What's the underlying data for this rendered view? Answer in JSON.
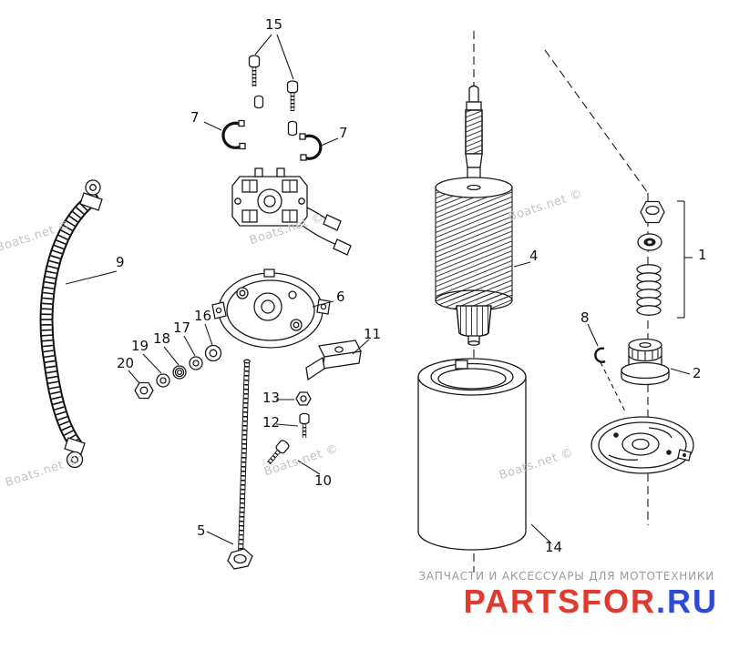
{
  "callouts": [
    {
      "label": "15"
    },
    {
      "label": "7"
    },
    {
      "label": "7"
    },
    {
      "label": "9"
    },
    {
      "label": "6"
    },
    {
      "label": "16"
    },
    {
      "label": "17"
    },
    {
      "label": "18"
    },
    {
      "label": "19"
    },
    {
      "label": "20"
    },
    {
      "label": "11"
    },
    {
      "label": "13"
    },
    {
      "label": "12"
    },
    {
      "label": "10"
    },
    {
      "label": "5"
    },
    {
      "label": "4"
    },
    {
      "label": "14"
    },
    {
      "label": "1"
    },
    {
      "label": "8"
    },
    {
      "label": "2"
    }
  ],
  "watermark": {
    "text": "Boats.net ©"
  },
  "footer": {
    "tagline": "ЗАПЧАСТИ И АКСЕССУАРЫ ДЛЯ МОТОТЕХНИКИ",
    "logo_letters": [
      {
        "ch": "P",
        "color": "#e03a2f"
      },
      {
        "ch": "A",
        "color": "#e03a2f"
      },
      {
        "ch": "R",
        "color": "#e03a2f"
      },
      {
        "ch": "T",
        "color": "#e03a2f"
      },
      {
        "ch": "S",
        "color": "#e03a2f"
      },
      {
        "ch": "F",
        "color": "#e03a2f"
      },
      {
        "ch": "O",
        "color": "#e03a2f"
      },
      {
        "ch": "R",
        "color": "#e03a2f"
      },
      {
        "ch": ".",
        "color": "#2b4bd7"
      },
      {
        "ch": "R",
        "color": "#2b4bd7"
      },
      {
        "ch": "U",
        "color": "#2b4bd7"
      }
    ]
  },
  "colors": {
    "line": "#1a1a1a",
    "watermark_gray": "#c3c3c3"
  }
}
